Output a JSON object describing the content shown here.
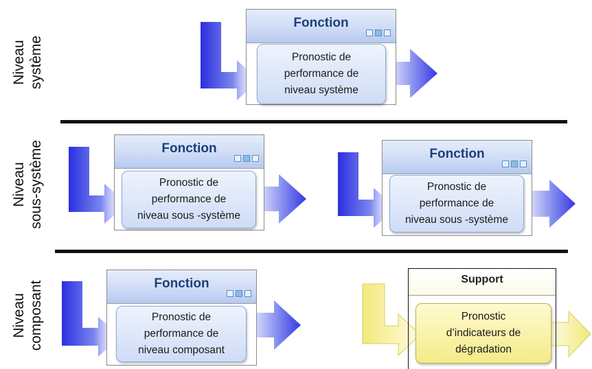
{
  "levels": [
    {
      "line1": "Niveau",
      "line2": "système"
    },
    {
      "line1": "Niveau",
      "line2": "sous-système"
    },
    {
      "line1": "Niveau",
      "line2": "composant"
    }
  ],
  "function_title": "Fonction",
  "boxes": {
    "systeme": {
      "lines": [
        "Pronostic de",
        "performance de",
        "niveau système"
      ]
    },
    "sous_systeme_1": {
      "lines": [
        "Pronostic de",
        "performance de",
        "niveau sous -système"
      ]
    },
    "sous_systeme_2": {
      "lines": [
        "Pronostic de",
        "performance de",
        "niveau sous -système"
      ]
    },
    "composant": {
      "lines": [
        "Pronostic de",
        "performance de",
        "niveau composant"
      ]
    }
  },
  "support": {
    "title": "Support",
    "lines": [
      "Pronostic",
      "d’indicateurs de",
      "dégradation"
    ]
  },
  "colors": {
    "function_header": "#cfdcf5",
    "function_inner": "#dce6fa",
    "arrow_blue": "#3a3ee8",
    "arrow_yellow": "#f4ec8a",
    "support_inner": "#f7f0a0"
  }
}
